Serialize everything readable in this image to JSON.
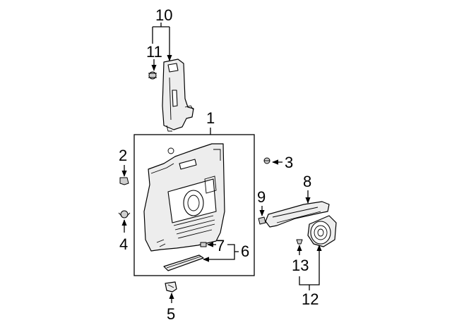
{
  "callouts": {
    "c1": "1",
    "c2": "2",
    "c3": "3",
    "c4": "4",
    "c5": "5",
    "c6": "6",
    "c7": "7",
    "c8": "8",
    "c9": "9",
    "c10": "10",
    "c11": "11",
    "c12": "12",
    "c13": "13"
  },
  "colors": {
    "line": "#000000",
    "background": "#ffffff",
    "part_fill": "#ededed"
  }
}
